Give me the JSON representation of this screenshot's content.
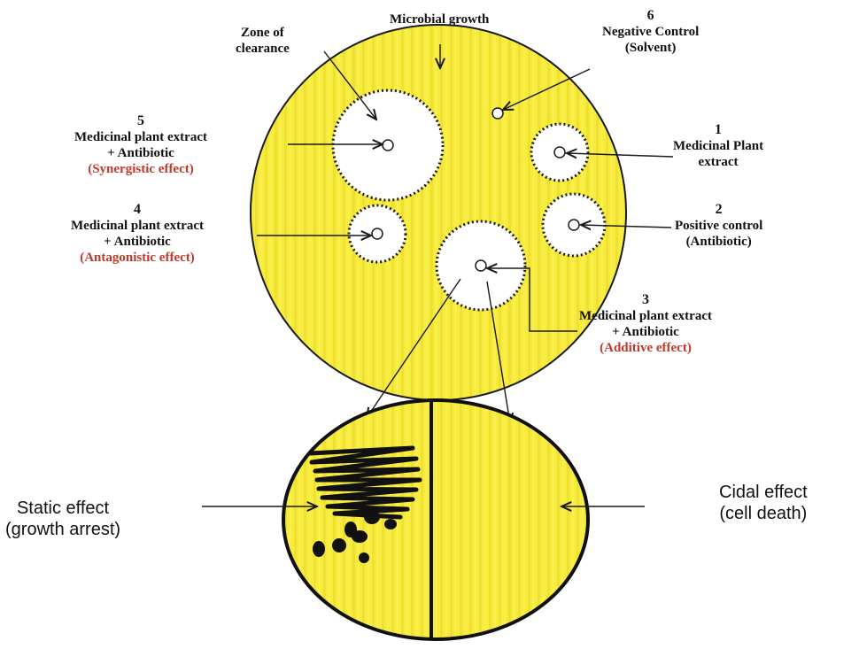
{
  "labels": {
    "microbial_growth": "Microbial growth",
    "zone_of_clearance": [
      "Zone of",
      "clearance"
    ],
    "well6": {
      "number": "6",
      "line1": "Negative Control",
      "line2": "(Solvent)"
    },
    "well5": {
      "number": "5",
      "line1": "Medicinal plant extract",
      "line2": "+ Antibiotic",
      "effect": "(Synergistic effect)"
    },
    "well1": {
      "number": "1",
      "line1": "Medicinal Plant",
      "line2": "extract"
    },
    "well4": {
      "number": "4",
      "line1": "Medicinal plant extract",
      "line2": "+ Antibiotic",
      "effect": "(Antagonistic effect)"
    },
    "well2": {
      "number": "2",
      "line1": "Positive control",
      "line2": "(Antibiotic)"
    },
    "well3": {
      "number": "3",
      "line1": "Medicinal plant extract",
      "line2": "+ Antibiotic",
      "effect": "(Additive effect)"
    },
    "static": [
      "Static effect",
      "(growth arrest)"
    ],
    "cidal": [
      "Cidal effect",
      "(cell death)"
    ]
  },
  "colors": {
    "agar": "#f7ec3a",
    "agar_stripe": "#ebd62c",
    "outline": "#1a1a1a",
    "effect_text": "#c0392b",
    "clear_zone": "#ffffff"
  }
}
